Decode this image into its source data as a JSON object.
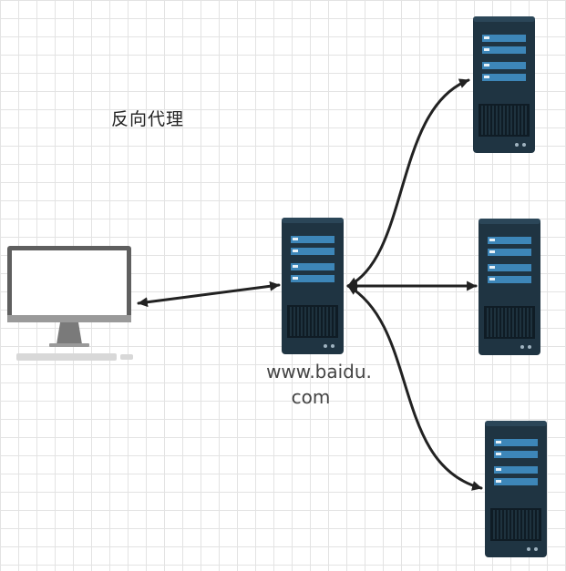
{
  "diagram": {
    "title": "反向代理",
    "proxy_label_line1": "www.baidu.",
    "proxy_label_line2": "com"
  },
  "nodes": [
    {
      "id": "client",
      "type": "computer-monitor"
    },
    {
      "id": "proxy",
      "type": "server-rack"
    },
    {
      "id": "backend-1",
      "type": "server-rack"
    },
    {
      "id": "backend-2",
      "type": "server-rack"
    },
    {
      "id": "backend-3",
      "type": "server-rack"
    }
  ],
  "edges": [
    {
      "from": "client",
      "to": "proxy",
      "direction": "bidirectional"
    },
    {
      "from": "proxy",
      "to": "backend-1",
      "direction": "bidirectional"
    },
    {
      "from": "proxy",
      "to": "backend-2",
      "direction": "bidirectional"
    },
    {
      "from": "proxy",
      "to": "backend-3",
      "direction": "bidirectional"
    }
  ],
  "colors": {
    "server_body": "#1f3442",
    "server_accent": "#3d86b8",
    "server_grill": "#0f1c25",
    "monitor_frame": "#5f5f5f",
    "screen": "#ffffff",
    "arrow": "#222222"
  }
}
